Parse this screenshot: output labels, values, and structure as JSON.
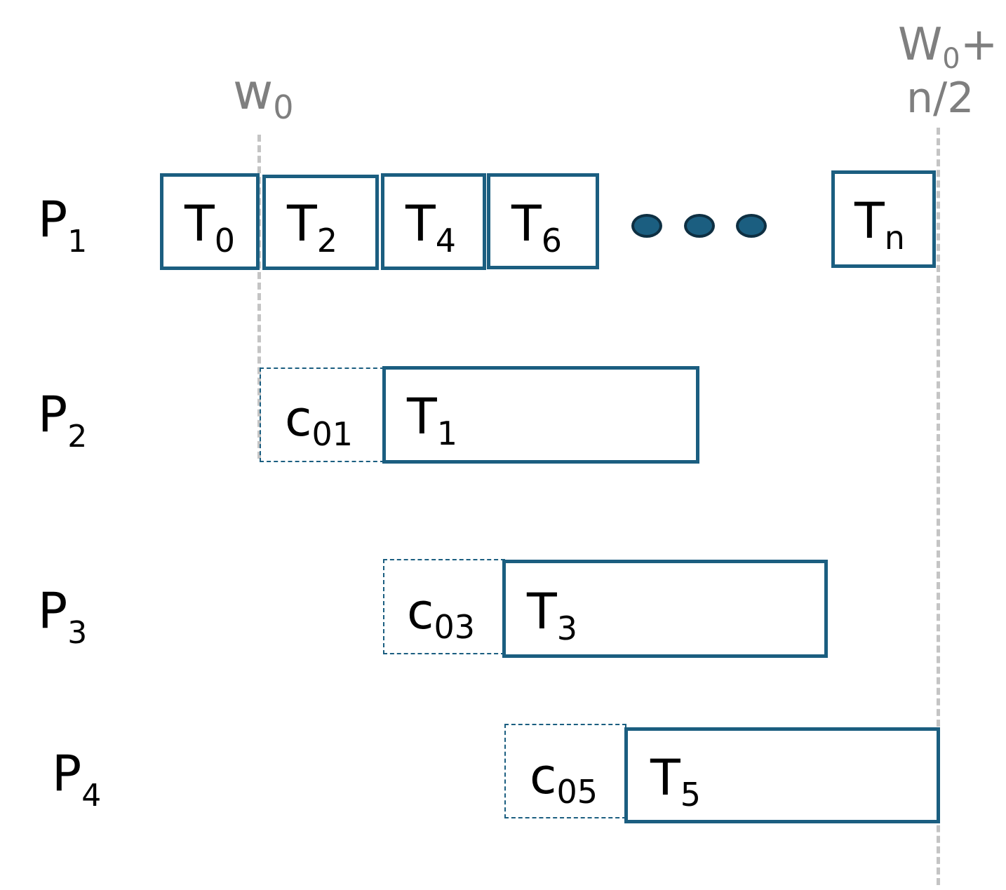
{
  "markers": {
    "start": {
      "main": "w",
      "sub": "0"
    },
    "end": {
      "main": "W",
      "sub": "0",
      "suffix": "+",
      "line2": "n/2"
    }
  },
  "processors": [
    {
      "main": "P",
      "sub": "1"
    },
    {
      "main": "P",
      "sub": "2"
    },
    {
      "main": "P",
      "sub": "3"
    },
    {
      "main": "P",
      "sub": "4"
    }
  ],
  "p1_tasks": [
    {
      "main": "T",
      "sub": "0"
    },
    {
      "main": "T",
      "sub": "2"
    },
    {
      "main": "T",
      "sub": "4"
    },
    {
      "main": "T",
      "sub": "6"
    },
    {
      "main": "T",
      "sub": "n"
    }
  ],
  "comms": [
    {
      "main": "c",
      "sub": "01"
    },
    {
      "main": "c",
      "sub": "03"
    },
    {
      "main": "c",
      "sub": "05"
    }
  ],
  "long_tasks": [
    {
      "main": "T",
      "sub": "1"
    },
    {
      "main": "T",
      "sub": "3"
    },
    {
      "main": "T",
      "sub": "5"
    }
  ],
  "colors": {
    "task_border": "#1b5e80",
    "marker_line": "#c4c4c4",
    "marker_text": "#7f7f7f"
  }
}
